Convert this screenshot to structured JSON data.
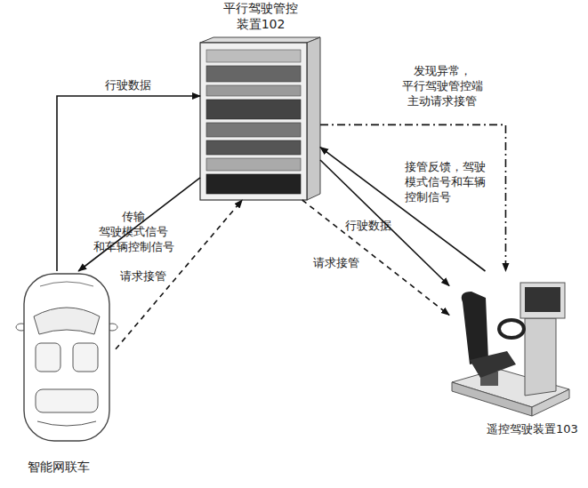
{
  "diagram": {
    "nodes": [
      {
        "text": [
          "平行驾驶管控 装置102"
        ]
      },
      {
        "text": [
          "智能网联车"
        ]
      },
      {
        "text": [
          "遥控驾驶装置103"
        ]
      }
    ],
    "edges": [
      {
        "from": 1,
        "to": 0,
        "label": "行驶数据",
        "arrow": "to"
      },
      {
        "from": 0,
        "to": 1,
        "label": "传输 驾驶模式信号 和车辆控制信号",
        "arrow": "to"
      },
      {
        "from": 1,
        "to": 0,
        "label": "请求接管",
        "arrow": "to"
      },
      {
        "from": 0,
        "to": 2,
        "label": "行驶数据",
        "arrow": "to"
      },
      {
        "from": 0,
        "to": 2,
        "label": "请求接管",
        "arrow": "to"
      },
      {
        "from": 2,
        "to": 0,
        "label": "接管反馈，驾驶 模式信号和车辆 控制信号",
        "arrow": "to"
      },
      {
        "from": 0,
        "to": 2,
        "label": "发现异常， 平行驾驶管控端 主动请求接管",
        "arrow": "to"
      }
    ]
  }
}
